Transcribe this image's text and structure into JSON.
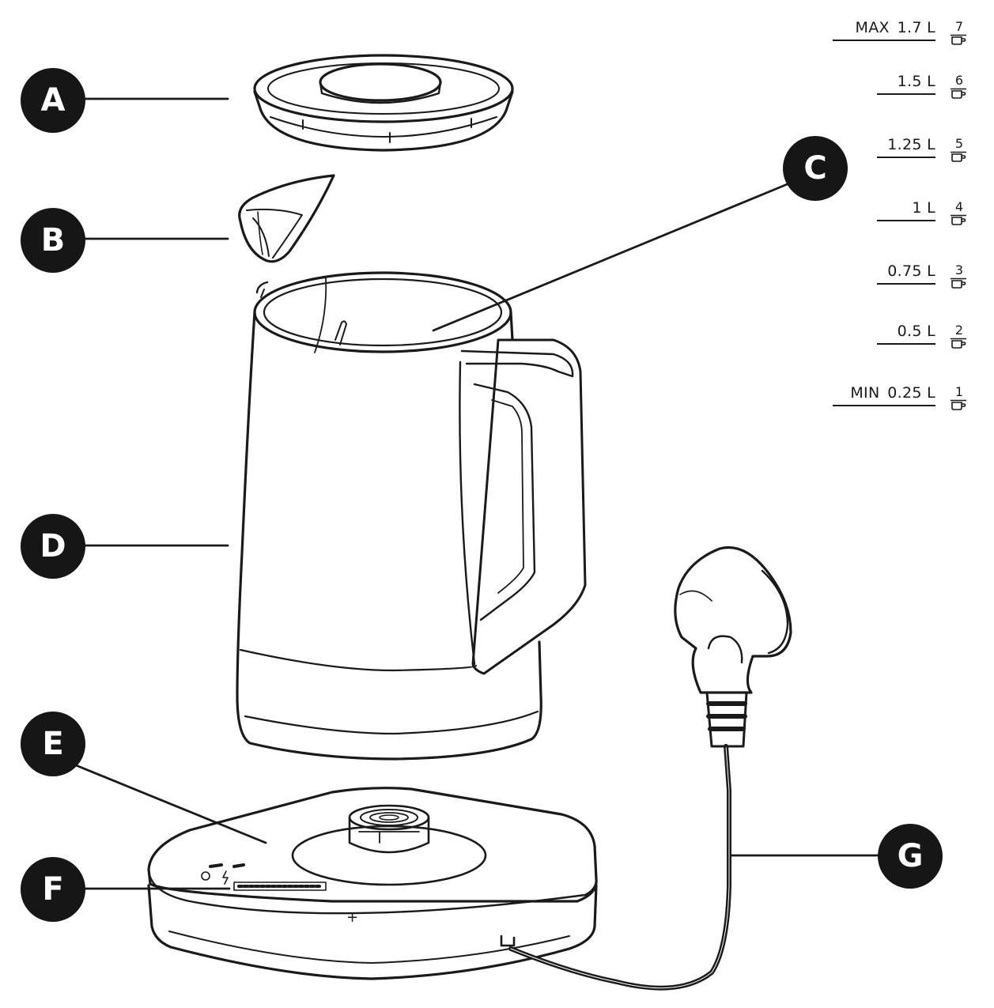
{
  "labels": {
    "a": "A",
    "b": "B",
    "c": "C",
    "d": "D",
    "e": "E",
    "f": "F",
    "g": "G"
  },
  "fill_scale": [
    {
      "mark": "MAX",
      "volume": "1.7 L",
      "cups": "7"
    },
    {
      "mark": "",
      "volume": "1.5 L",
      "cups": "6"
    },
    {
      "mark": "",
      "volume": "1.25 L",
      "cups": "5"
    },
    {
      "mark": "",
      "volume": "1 L",
      "cups": "4"
    },
    {
      "mark": "",
      "volume": "0.75 L",
      "cups": "3"
    },
    {
      "mark": "",
      "volume": "0.5 L",
      "cups": "2"
    },
    {
      "mark": "MIN",
      "volume": "0.25 L",
      "cups": "1"
    }
  ],
  "base_controls": {
    "minus": "−",
    "plus": "+"
  },
  "colors": {
    "ink": "#1a1a1a",
    "badge": "#161616"
  }
}
